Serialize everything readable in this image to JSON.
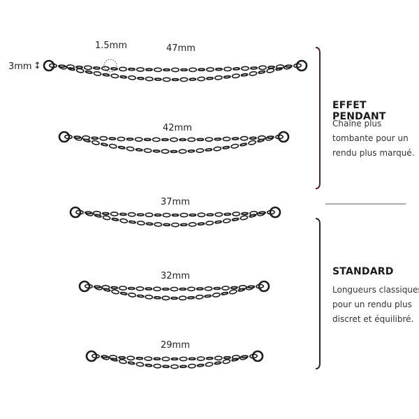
{
  "measure": {
    "link_width": "1.5mm",
    "height": "3mm",
    "height_arrow": "↕"
  },
  "chains": [
    {
      "length": "47mm"
    },
    {
      "length": "42mm"
    },
    {
      "length": "37mm"
    },
    {
      "length": "32mm"
    },
    {
      "length": "29mm"
    }
  ],
  "groups": [
    {
      "title": "EFFET PENDANT",
      "lines": [
        "Chaîne plus",
        "tombante pour un",
        "rendu plus marqué."
      ]
    },
    {
      "title": "STANDARD",
      "lines": [
        "Longueurs classiques",
        "pour un rendu plus",
        "discret et équilibré."
      ]
    }
  ],
  "colors": {
    "chain": "#1e1e1e",
    "group_pendant_bracket": "#5a1f2a",
    "group_standard_bracket": "#2a2a2a",
    "divider": "#555555"
  }
}
